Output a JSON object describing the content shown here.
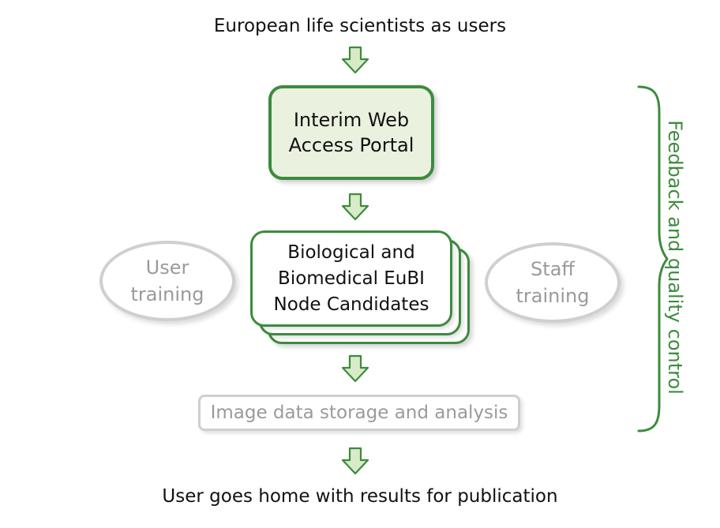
{
  "diagram": {
    "top_label": "European life scientists as users",
    "portal": {
      "line1": "Interim Web",
      "line2": "Access Portal"
    },
    "node_candidates": {
      "line1": "Biological and",
      "line2": "Biomedical EuBI",
      "line3": "Node Candidates"
    },
    "user_training": {
      "line1": "User",
      "line2": "training"
    },
    "staff_training": {
      "line1": "Staff",
      "line2": "training"
    },
    "storage": "Image data storage and analysis",
    "bottom_label": "User goes home with results for publication",
    "feedback_label": "Feedback and quality control",
    "icons": {
      "arrow": "down-arrow-icon",
      "brace": "right-brace-icon"
    },
    "colors": {
      "green": "#3d8b3d",
      "portal_fill": "#eaf2df",
      "arrow_fill": "#d9eac9",
      "gray_border": "#cfcfcf",
      "gray_text": "#9a9a9a",
      "text": "#111111"
    }
  }
}
